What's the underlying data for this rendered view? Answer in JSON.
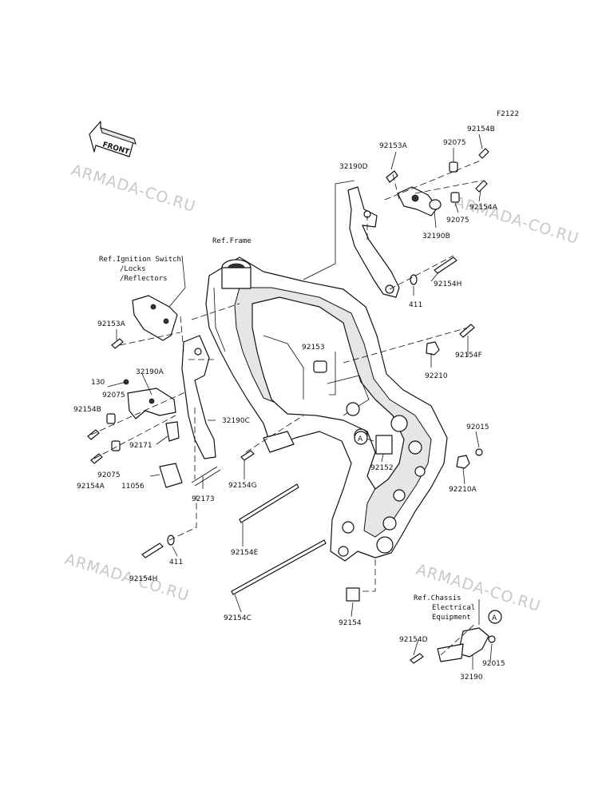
{
  "figure_code": "F2122",
  "front_label": "FRONT",
  "watermark": "ARMADA-CO.RU",
  "refs": {
    "frame": "Ref.Frame",
    "ignition": [
      "Ref.Ignition Switch",
      "/Locks",
      "/Reflectors"
    ],
    "chassis": [
      "Ref.Chassis",
      "Electrical",
      "Equipment"
    ]
  },
  "callout_marker": "A",
  "parts": {
    "p92154B_top": "92154B",
    "p92153A_top": "92153A",
    "p92075_top": "92075",
    "p32190D": "32190D",
    "p92154A_top": "92154A",
    "p92075_mid": "92075",
    "p32190B": "32190B",
    "p92154H_top": "92154H",
    "p411_top": "411",
    "p92153A_left": "92153A",
    "p92153": "92153",
    "p92154F": "92154F",
    "p92210": "92210",
    "p130": "130",
    "p32190A": "32190A",
    "p92075_left": "92075",
    "p92154B_left": "92154B",
    "p32190C": "32190C",
    "p92171": "92171",
    "p92075_left2": "92075",
    "p92154A_left": "92154A",
    "p11056": "11056",
    "p92173": "92173",
    "p92154G": "92154G",
    "p92152": "92152",
    "p92015_right": "92015",
    "p92210A": "92210A",
    "p92154E": "92154E",
    "p411_bottom": "411",
    "p92154H_bottom": "92154H",
    "p92154C": "92154C",
    "p92154": "92154",
    "p92154D": "92154D",
    "p32190": "32190",
    "p92015_bottom": "92015"
  }
}
